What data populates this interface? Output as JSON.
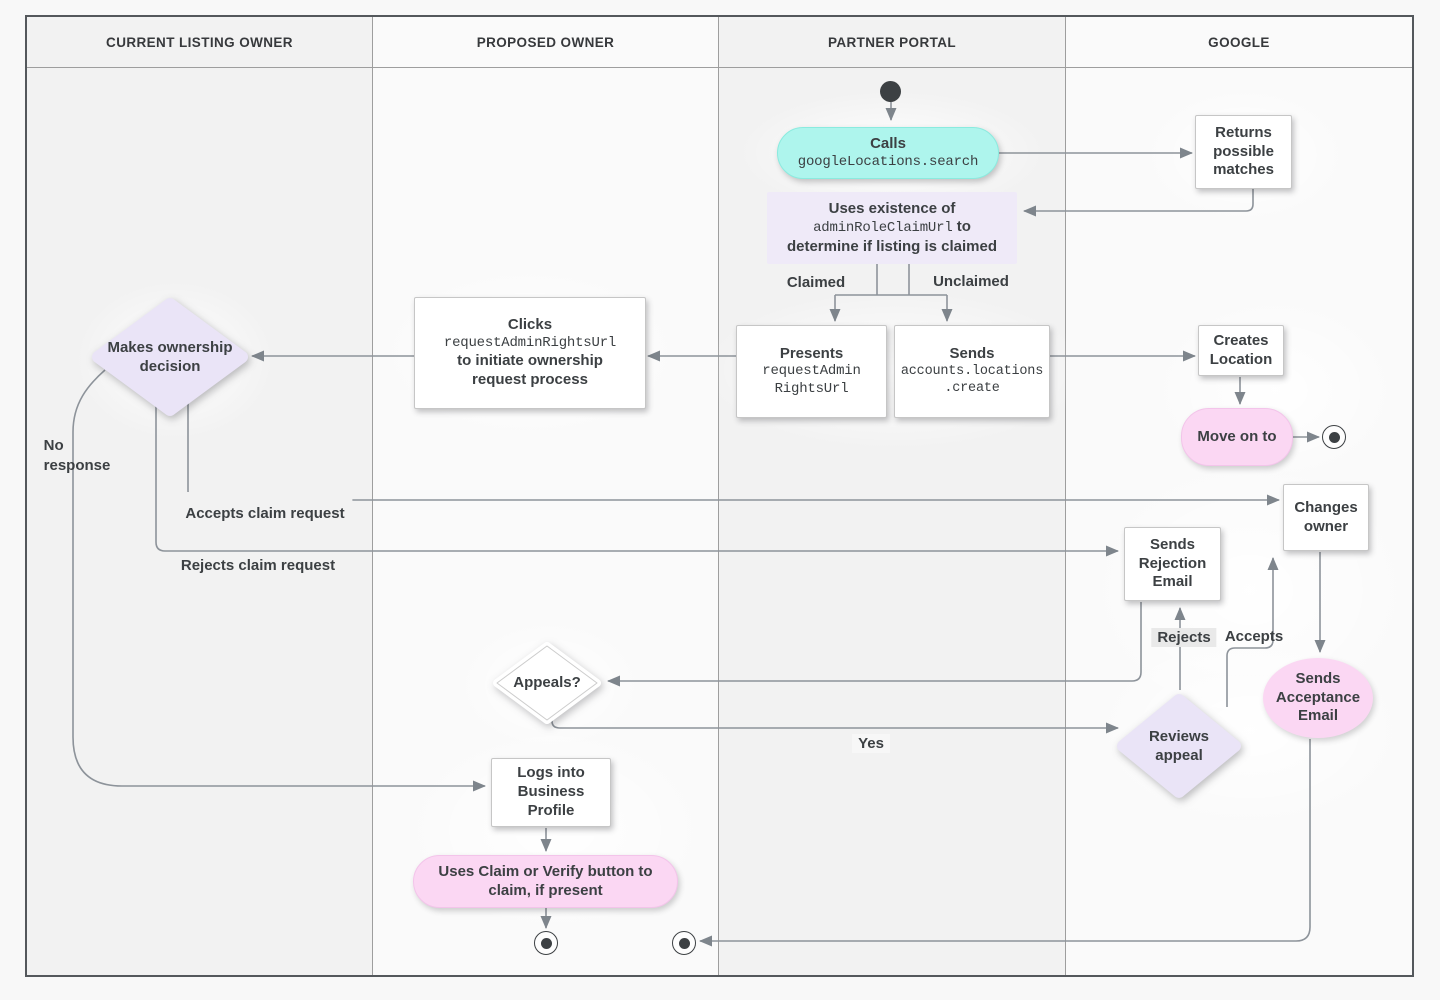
{
  "lanes": [
    {
      "label": "CURRENT LISTING OWNER"
    },
    {
      "label": "PROPOSED OWNER"
    },
    {
      "label": "PARTNER PORTAL"
    },
    {
      "label": "GOOGLE"
    }
  ],
  "nodes": {
    "calls": {
      "title": "Calls",
      "code": "googleLocations.search"
    },
    "returns_matches": {
      "text": "Returns possible matches"
    },
    "claim_note": {
      "line1": "Uses existence of",
      "code": "adminRoleClaimUrl",
      "line2_suffix": " to",
      "line3": "determine if listing is claimed"
    },
    "presents": {
      "title": "Presents",
      "code_line1": "requestAdmin",
      "code_line2": "RightsUrl"
    },
    "sends_create": {
      "title": "Sends",
      "code_line1": "accounts.locations",
      "code_line2": ".create"
    },
    "clicks": {
      "title": "Clicks",
      "code": "requestAdminRightsUrl",
      "line3": "to initiate ownership",
      "line4": "request process"
    },
    "makes_decision": {
      "text": "Makes ownership decision"
    },
    "creates_location": {
      "text": "Creates Location"
    },
    "move_on": {
      "text": "Move on to"
    },
    "changes_owner": {
      "text": "Changes owner"
    },
    "rejection_email": {
      "text": "Sends Rejection Email"
    },
    "acceptance_email": {
      "text": "Sends Acceptance Email"
    },
    "reviews_appeal": {
      "text": "Reviews appeal"
    },
    "appeals": {
      "text": "Appeals?"
    },
    "logs_in": {
      "text": "Logs into Business Profile"
    },
    "claim_verify": {
      "text": "Uses Claim or Verify button to claim, if present"
    }
  },
  "edge_labels": {
    "claimed": "Claimed",
    "unclaimed": "Unclaimed",
    "no_response_line1": "No",
    "no_response_line2": "response",
    "accepts_claim": "Accepts claim request",
    "rejects_claim": "Rejects claim request",
    "yes": "Yes",
    "rejects": "Rejects",
    "accepts": "Accepts"
  },
  "colors": {
    "teal_fill": "#aef5ed",
    "pink_fill": "#fbd7f3",
    "purple_note_fill": "#efeaf8",
    "purple_diamond_fill": "#eae4f7",
    "lane_grey": "#f2f2f2",
    "lane_light": "#fafafa",
    "line_grey": "#8d939a",
    "text_dark": "#3c4043",
    "terminal_dark": "#3c4043"
  }
}
